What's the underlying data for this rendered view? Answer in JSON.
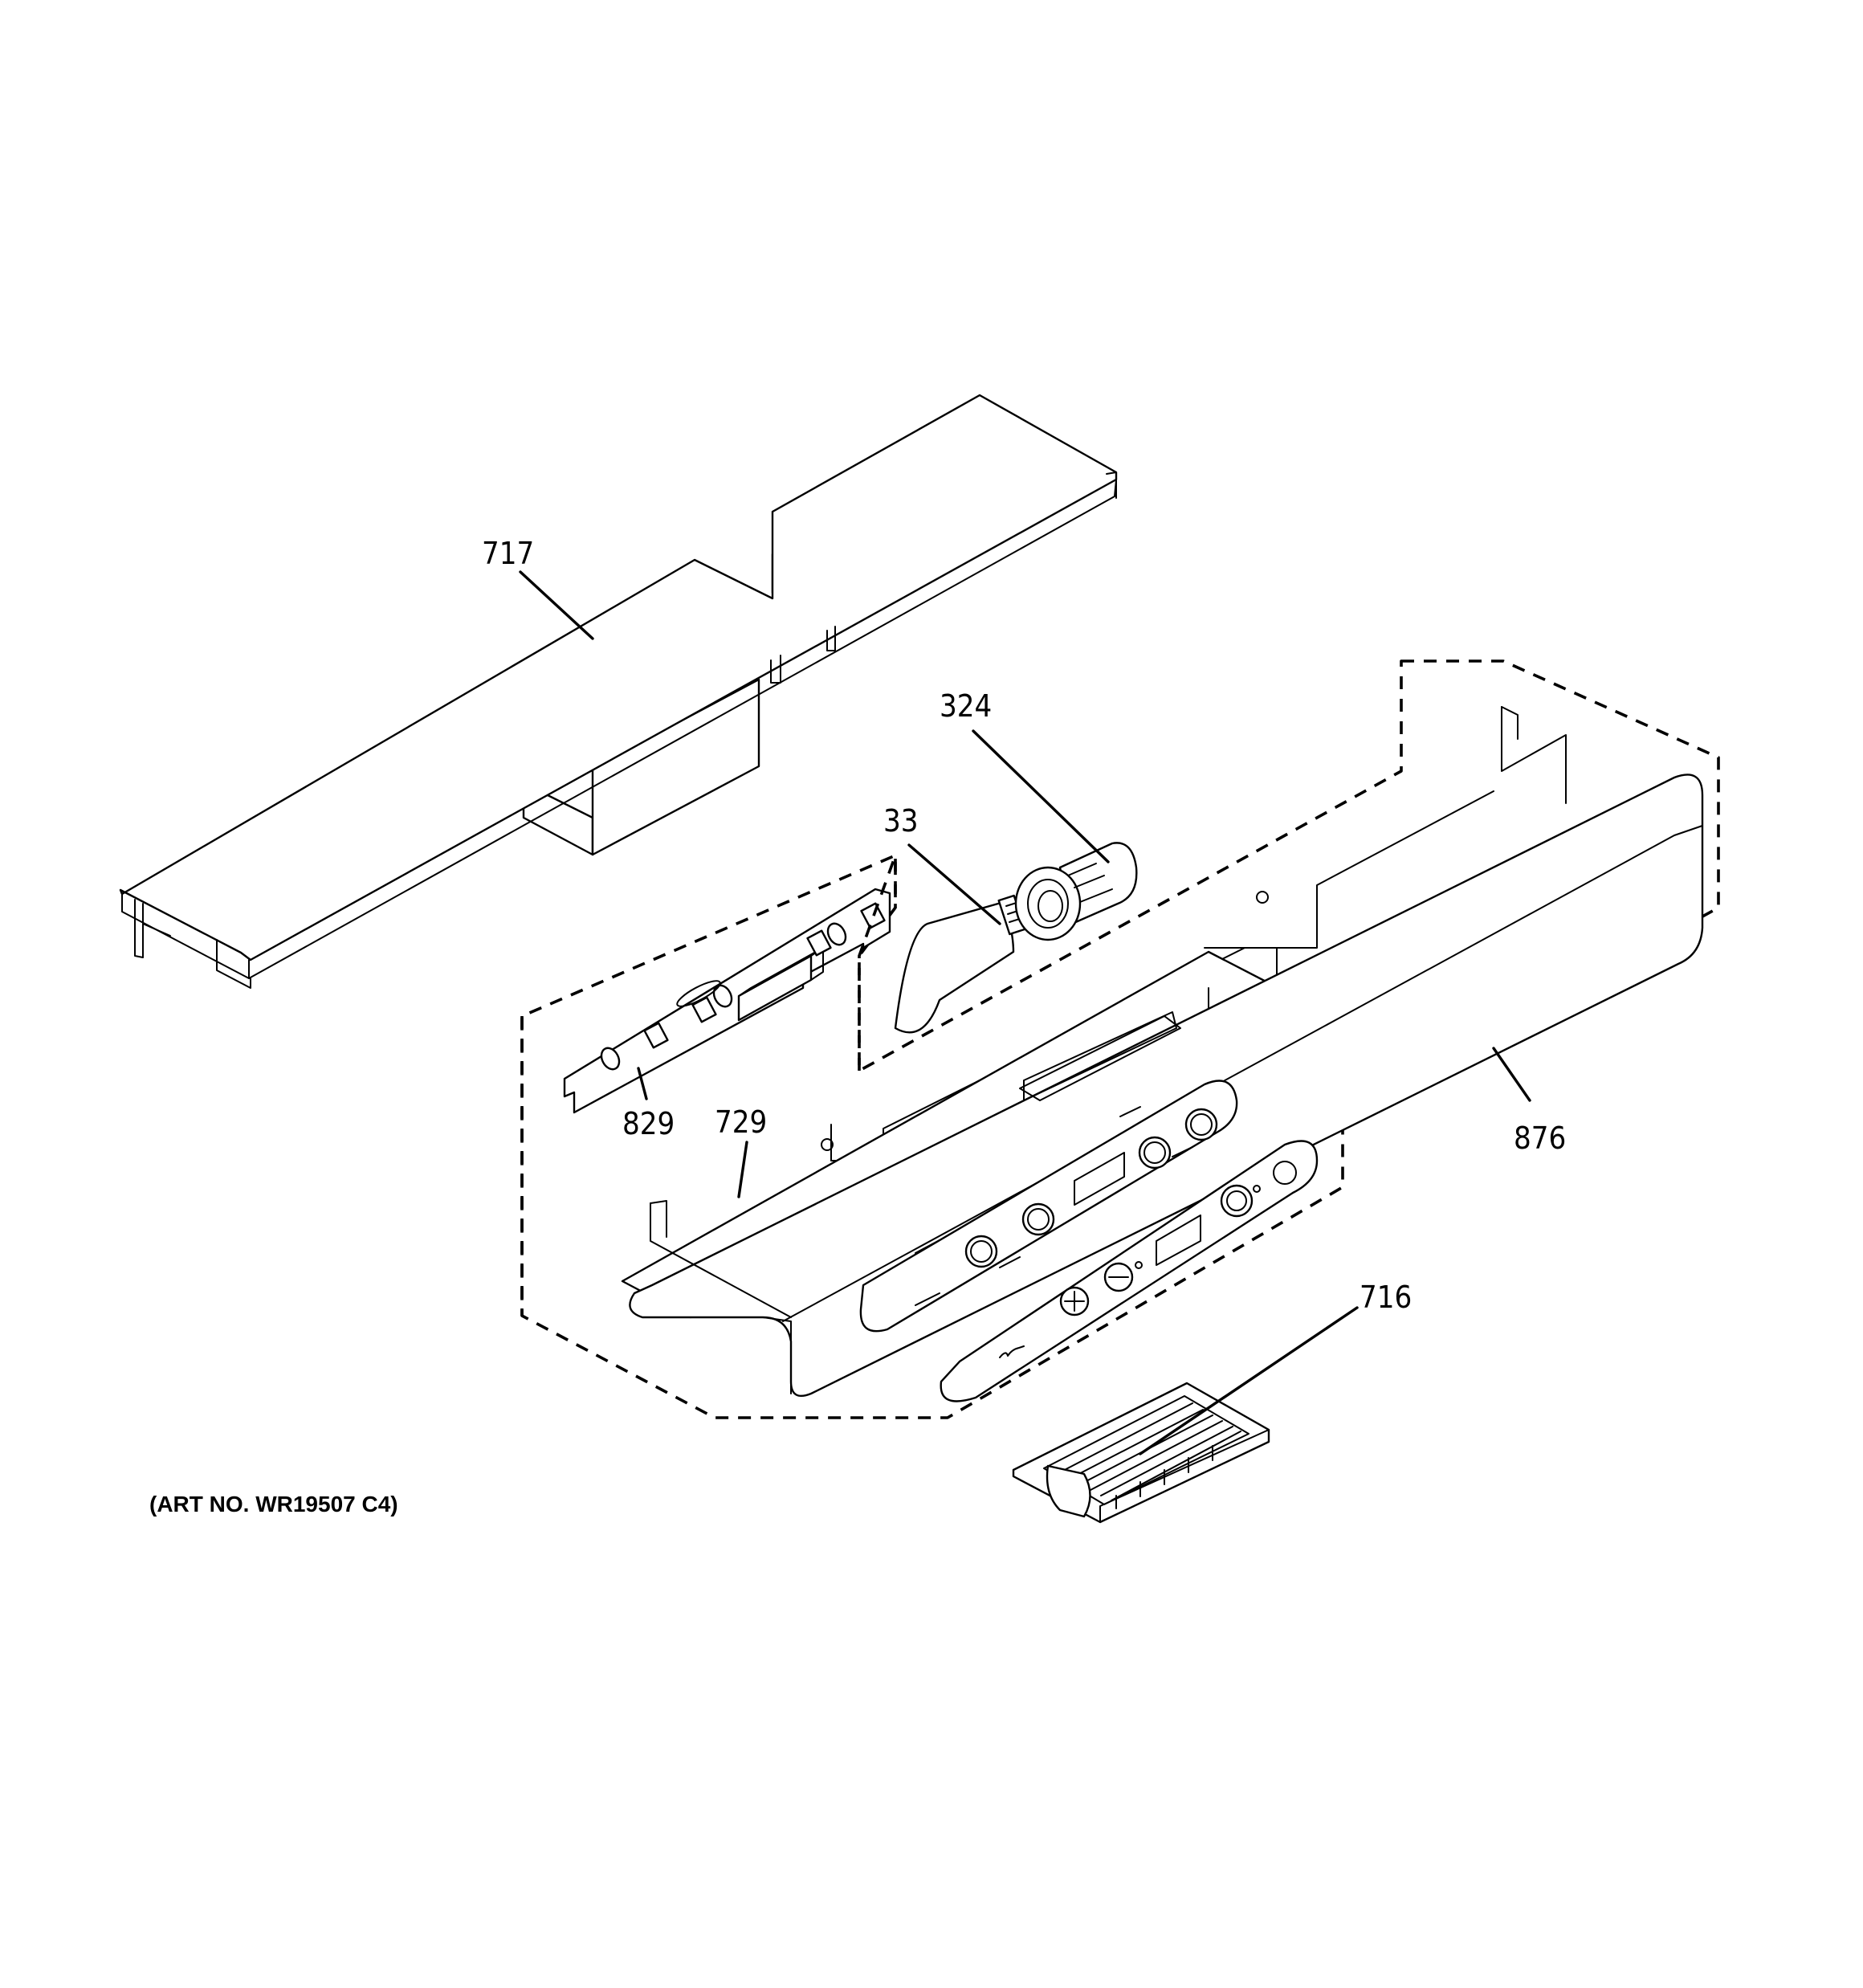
{
  "art_number": "(ART NO. WR19507 C4)",
  "callouts": [
    {
      "id": "717",
      "label": "717"
    },
    {
      "id": "324",
      "label": "324"
    },
    {
      "id": "33",
      "label": "33"
    },
    {
      "id": "829",
      "label": "829"
    },
    {
      "id": "729",
      "label": "729"
    },
    {
      "id": "876",
      "label": "876"
    },
    {
      "id": "716",
      "label": "716"
    }
  ]
}
